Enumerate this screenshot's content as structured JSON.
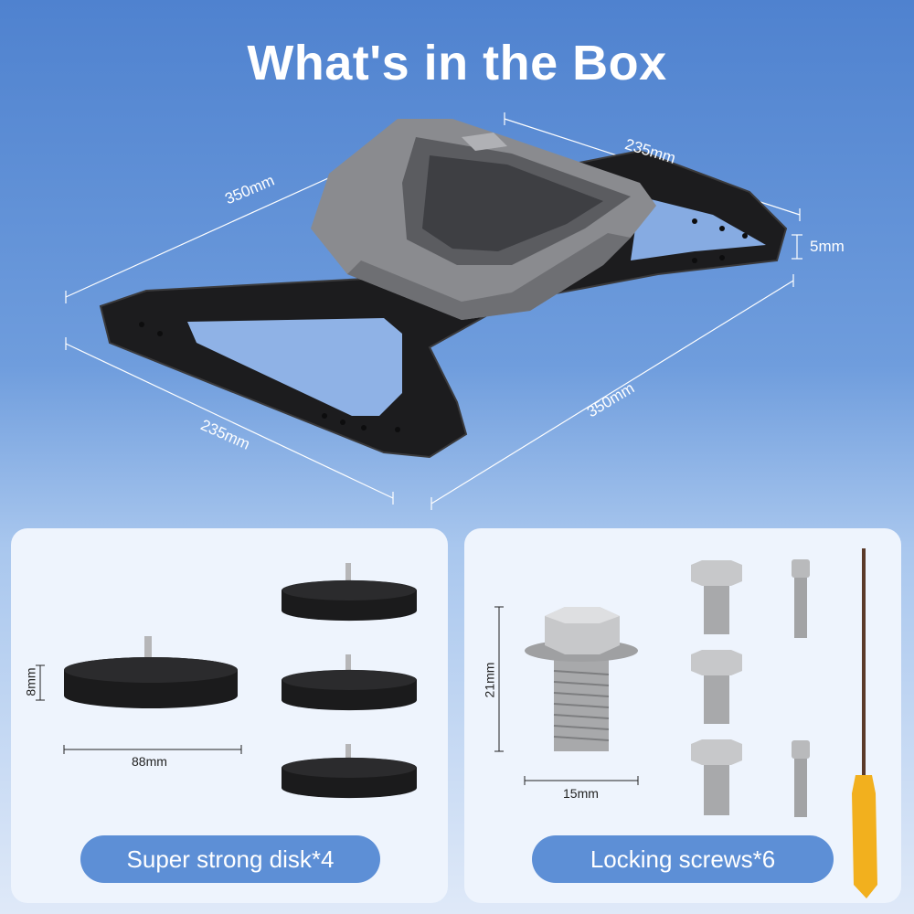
{
  "title": "What's in the Box",
  "plate_dimensions": {
    "top_left_length": "350mm",
    "top_right_width": "235mm",
    "thickness": "5mm",
    "bottom_left_width": "235mm",
    "bottom_right_length": "350mm"
  },
  "disk_panel": {
    "height": "8mm",
    "diameter": "88mm",
    "label": "Super strong disk*4"
  },
  "screw_panel": {
    "length": "21mm",
    "diameter": "15mm",
    "label": "Locking screws*6"
  },
  "colors": {
    "background_top": "#4f82cf",
    "panel": "#eef4fd",
    "pill": "#5d8fd6",
    "plate": "#1c1c1e",
    "mount": "#8a8b8f",
    "screwdriver_handle": "#f2b01e"
  },
  "icons": {
    "plate": "mounting-plate-image",
    "disk": "magnetic-disk-image",
    "screw": "hex-bolt-image",
    "screwdriver": "hex-screwdriver-image"
  }
}
